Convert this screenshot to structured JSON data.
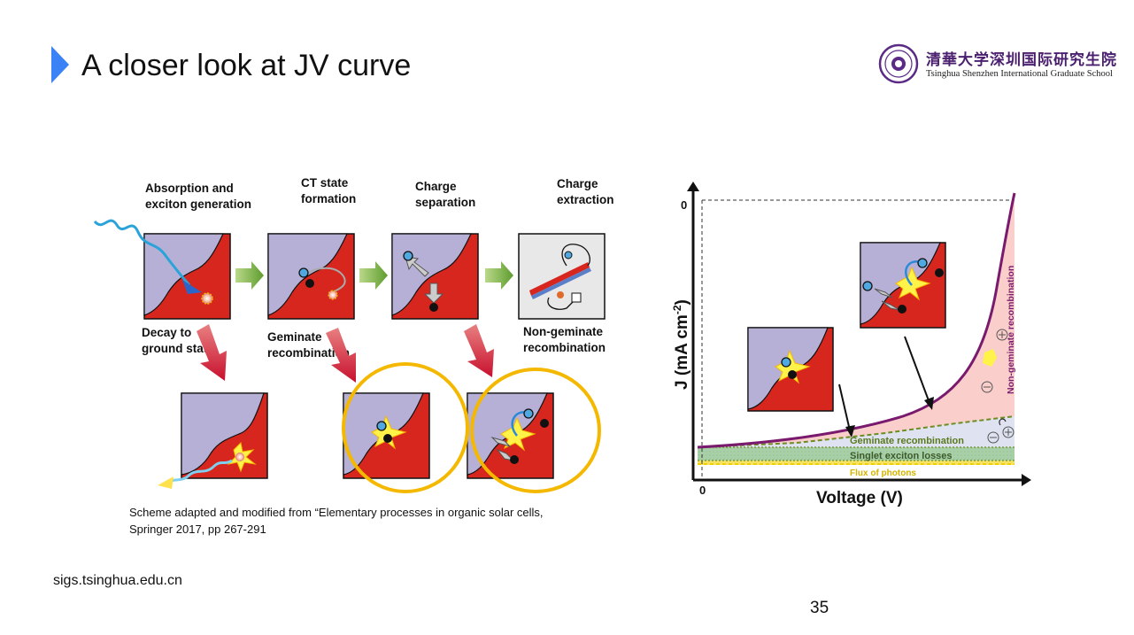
{
  "slide": {
    "title": "A closer look at JV curve",
    "page_number": "35",
    "website": "sigs.tsinghua.edu.cn",
    "caption_line1": "Scheme adapted and modified from “Elementary processes in organic solar cells,",
    "caption_line2": "Springer 2017, pp 267-291"
  },
  "logo": {
    "name_cn": "清華大学深圳国际研究生院",
    "name_en": "Tsinghua Shenzhen International Graduate School"
  },
  "scheme": {
    "absorption": "Absorption and\nexciton generation",
    "ct_state": "CT state\nformation",
    "charge_separation": "Charge\nseparation",
    "charge_extraction": "Charge\nextraction",
    "decay": "Decay to\nground state",
    "geminate": "Geminate\nrecombination",
    "non_geminate": "Non-geminate\nrecombination"
  },
  "jv": {
    "xlabel": "Voltage (V)",
    "ylabel_main": "J (mA cm",
    "ylabel_sup": "-2",
    "ylabel_end": ")",
    "origin_label": "0",
    "y_top_label": "0",
    "band_geminate": "Geminate recombination",
    "band_singlet": "Singlet exciton losses",
    "band_flux": "Flux of photons",
    "band_nongeminate": "Non-geminate recombination"
  },
  "colors": {
    "accent_arrow": "#3b82f6",
    "donor": "#b7b0d6",
    "acceptor": "#d7261e",
    "circle": "#f5b800",
    "jv_curve": "#7a1a6e",
    "geminate_band": "#6b8e23",
    "singlet_band": "#8fbc8f",
    "flux_band": "#f0d000",
    "nongeminate_band": "#f4b6b0"
  }
}
